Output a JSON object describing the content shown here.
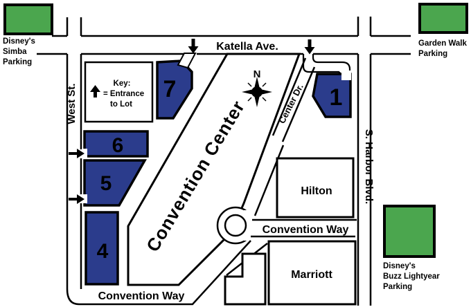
{
  "colors": {
    "lot_blue": "#2b3c8c",
    "parking_green": "#4ba64e",
    "line_black": "#000000",
    "background": "#ffffff"
  },
  "streets": {
    "katella": "Katella Ave.",
    "west": "West St.",
    "harbor": "S. Harbor Blvd.",
    "center_dr": "Center Dr.",
    "convention_way_upper": "Convention Way",
    "convention_way_lower": "Convention Way"
  },
  "buildings": {
    "convention_center": "Convention Center",
    "hilton": "Hilton",
    "marriott": "Marriott"
  },
  "lots": {
    "lot1": "1",
    "lot4": "4",
    "lot5": "5",
    "lot6": "6",
    "lot7": "7"
  },
  "green_parking": {
    "simba": {
      "lines": [
        "Disney's",
        "Simba",
        "Parking"
      ]
    },
    "garden_walk": {
      "lines": [
        "Garden Walk",
        "Parking"
      ]
    },
    "buzz": {
      "lines": [
        "Disney's",
        "Buzz Lightyear",
        "Parking"
      ]
    }
  },
  "key": {
    "title": "Key:",
    "entrance_line1": "= Entrance",
    "entrance_line2": "to Lot"
  },
  "compass": {
    "north": "N"
  }
}
